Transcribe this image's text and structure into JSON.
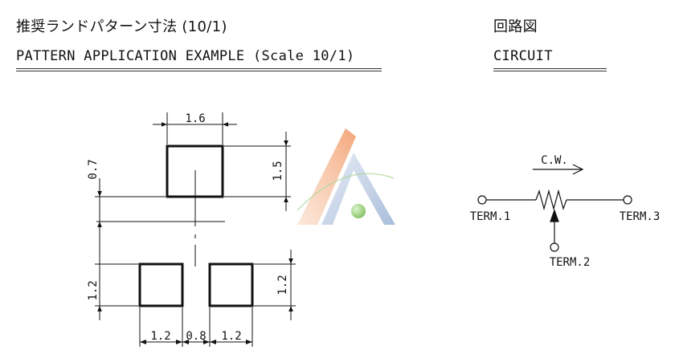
{
  "header": {
    "title_jp": "推奨ランドパターン寸法 (10/1)",
    "title_en": "PATTERN APPLICATION EXAMPLE (Scale 10/1)",
    "circuit_jp": "回路図",
    "circuit_en": "CIRCUIT"
  },
  "pattern": {
    "dim_top_width": "1.6",
    "dim_top_height": "1.5",
    "dim_gap_vertical": "0.7",
    "dim_bottom_left_height": "1.2",
    "dim_bottom_right_height": "1.2",
    "dim_bottom_left_width": "1.2",
    "dim_bottom_gap": "0.8",
    "dim_bottom_right_width": "1.2"
  },
  "circuit": {
    "direction_label": "C.W.",
    "term1": "TERM.1",
    "term2": "TERM.2",
    "term3": "TERM.3"
  },
  "colors": {
    "ink": "#111111",
    "logo_orange": "#f0a070",
    "logo_blue": "#9fb6d6",
    "logo_green": "#8ccf6a"
  }
}
